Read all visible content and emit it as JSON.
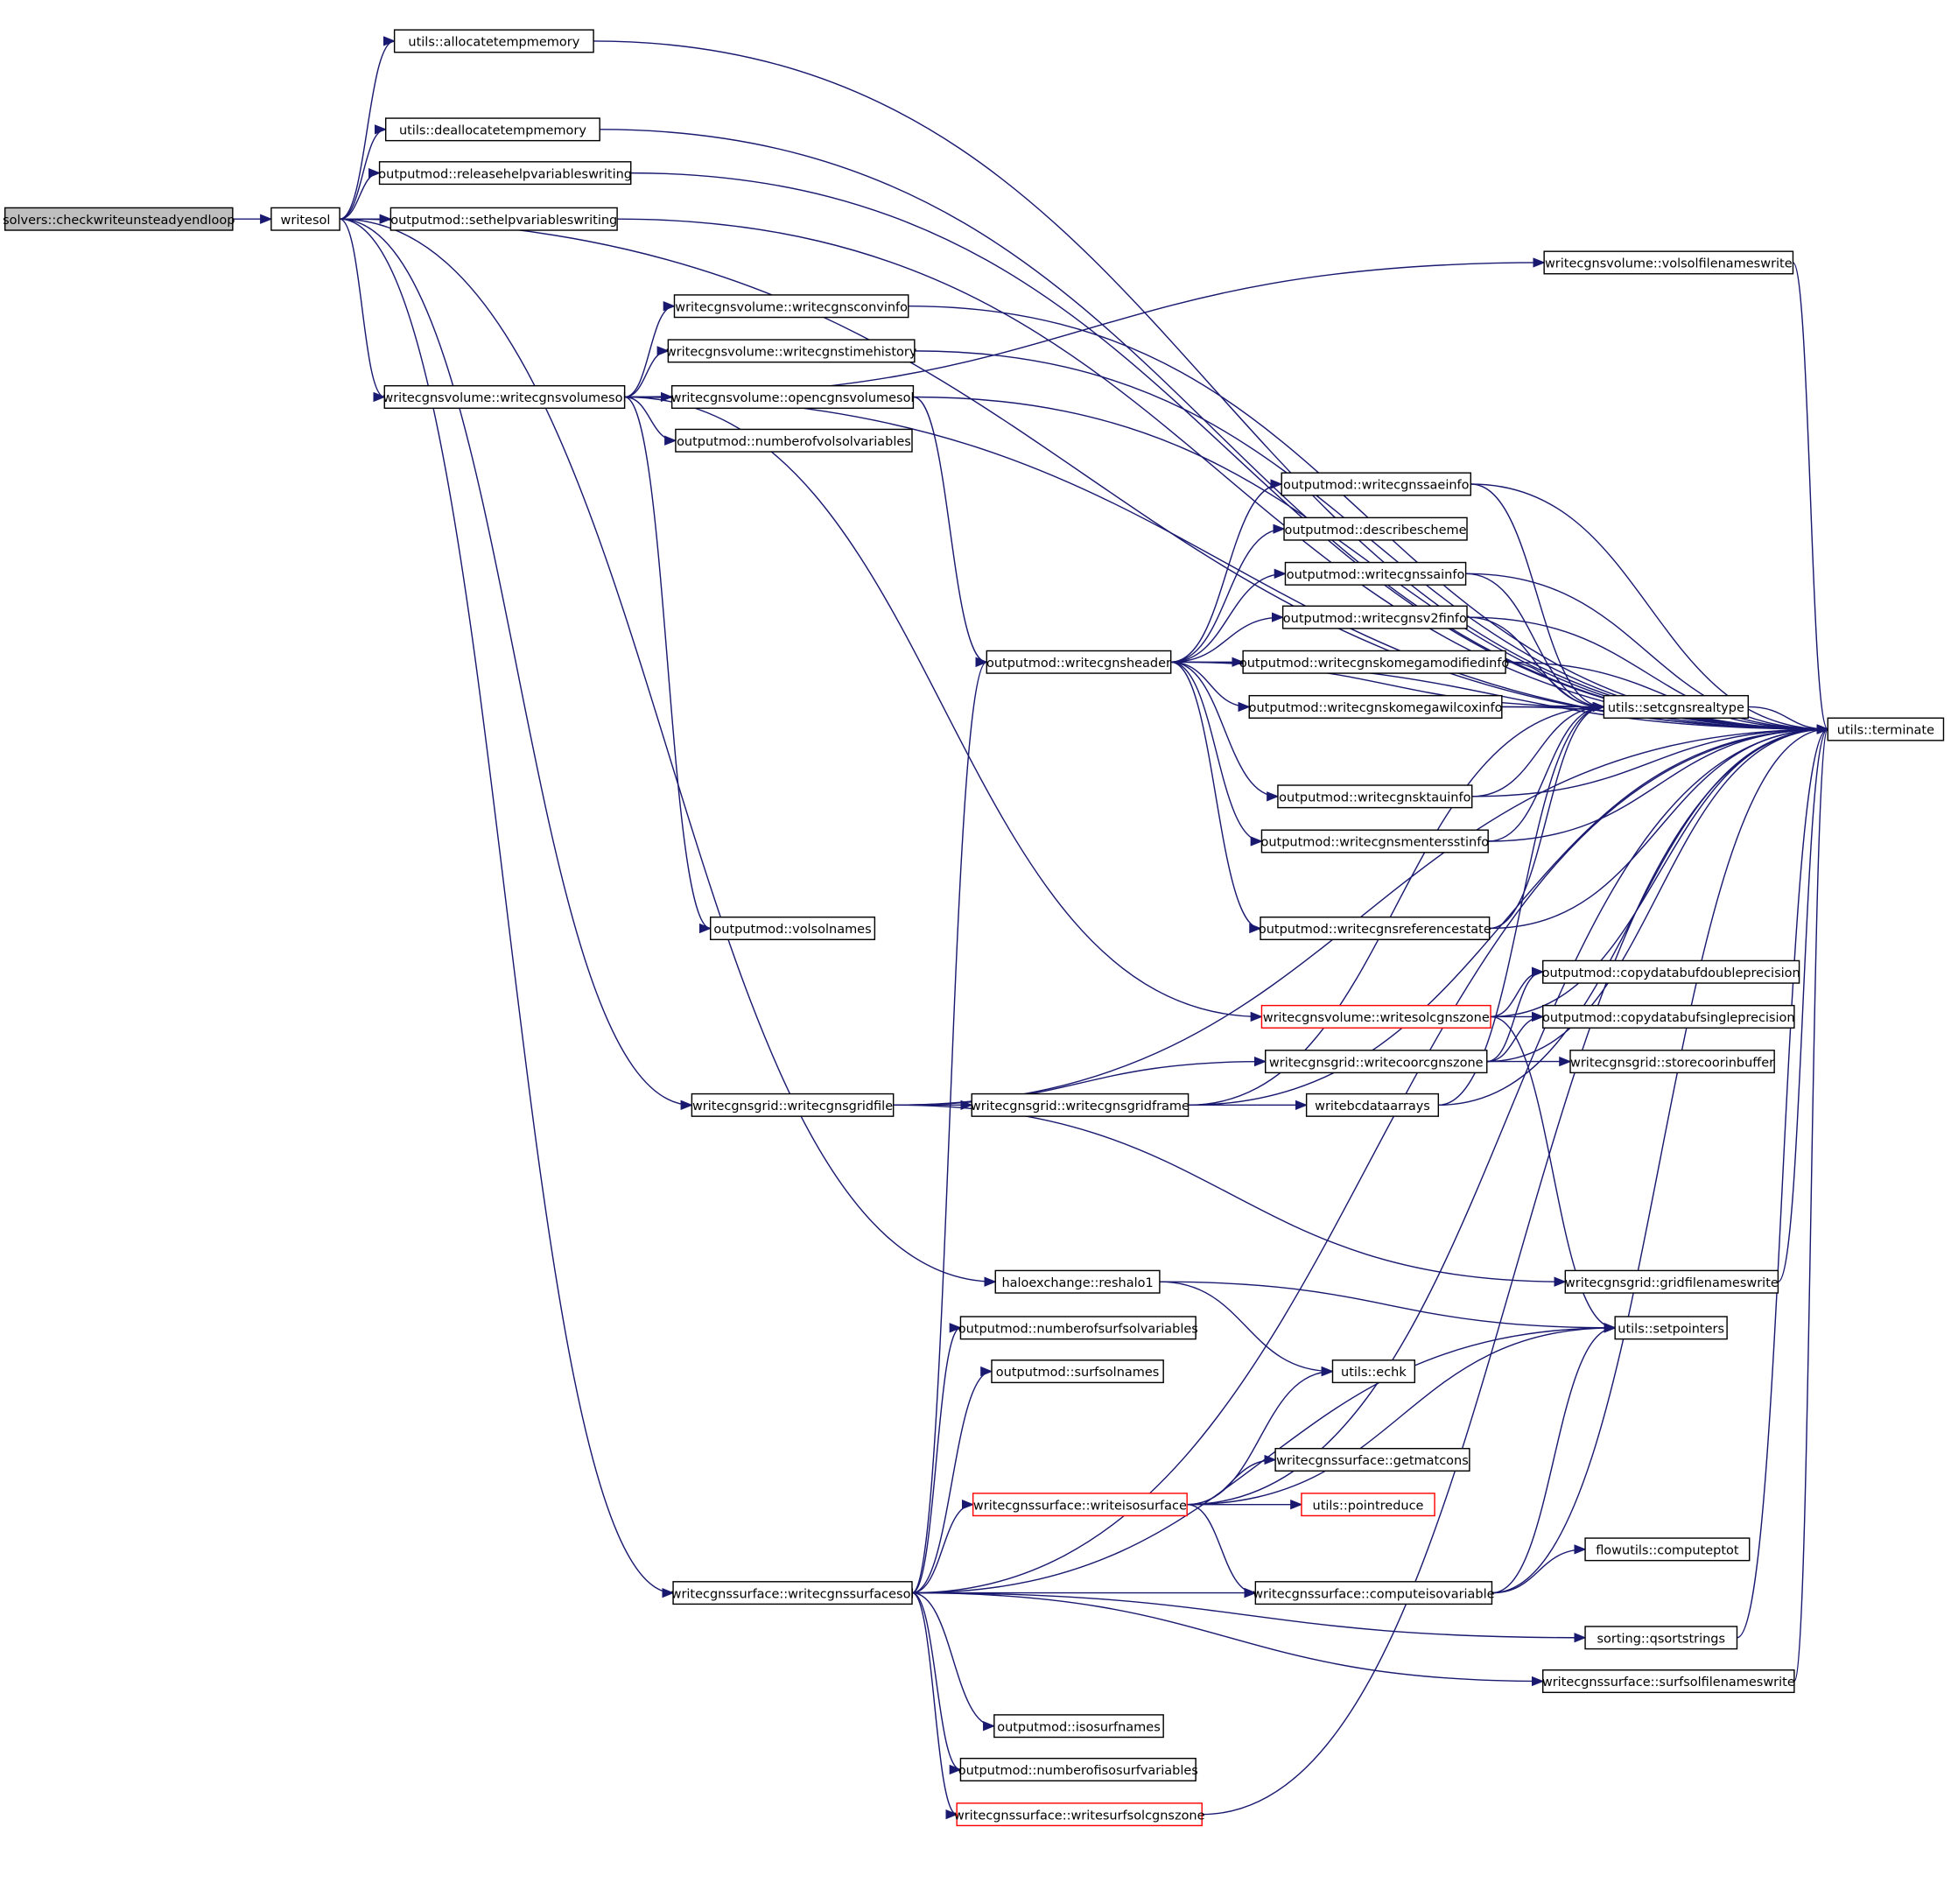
{
  "colors": {
    "edge": "#191970",
    "root_fill": "#bfbfbf",
    "incomplete_border": "#ff0000",
    "node_border": "#000000"
  },
  "nodes": {
    "checkwrite": {
      "label": "solvers::checkwriteunsteadyendloop",
      "style": "root"
    },
    "writesol": {
      "label": "writesol"
    },
    "allocate": {
      "label": "utils::allocatetempmemory"
    },
    "deallocate": {
      "label": "utils::deallocatetempmemory"
    },
    "release": {
      "label": "outputmod::releasehelpvariableswriting"
    },
    "sethelp": {
      "label": "outputmod::sethelpvariableswriting"
    },
    "volsolfn": {
      "label": "writecgnsvolume::volsolfilenameswrite"
    },
    "convinfo": {
      "label": "writecgnsvolume::writecgnsconvinfo"
    },
    "timehist": {
      "label": "writecgnsvolume::writecgnstimehistory"
    },
    "volumesol": {
      "label": "writecgnsvolume::writecgnsvolumesol"
    },
    "openvol": {
      "label": "writecgnsvolume::opencgnsvolumesol"
    },
    "numvolvars": {
      "label": "outputmod::numberofvolsolvariables"
    },
    "saeinfo": {
      "label": "outputmod::writecgnssaeinfo"
    },
    "describe": {
      "label": "outputmod::describescheme"
    },
    "sainfo": {
      "label": "outputmod::writecgnssainfo"
    },
    "v2finfo": {
      "label": "outputmod::writecgnsv2finfo"
    },
    "header": {
      "label": "outputmod::writecgnsheader"
    },
    "komod": {
      "label": "outputmod::writecgnskomegamodifiedinfo"
    },
    "kowilcox": {
      "label": "outputmod::writecgnskomegawilcoxinfo"
    },
    "realtype": {
      "label": "utils::setcgnsrealtype"
    },
    "terminate": {
      "label": "utils::terminate"
    },
    "ktau": {
      "label": "outputmod::writecgnsktauinfo"
    },
    "mentersst": {
      "label": "outputmod::writecgnsmentersstinfo"
    },
    "volsolnames": {
      "label": "outputmod::volsolnames"
    },
    "refstate": {
      "label": "outputmod::writecgnsreferencestate"
    },
    "copydouble": {
      "label": "outputmod::copydatabufdoubleprecision"
    },
    "solzone": {
      "label": "writecgnsvolume::writesolcgnszone",
      "style": "red"
    },
    "copysingle": {
      "label": "outputmod::copydatabufsingleprecision"
    },
    "coorzone": {
      "label": "writecgnsgrid::writecoorcgnszone"
    },
    "storecoor": {
      "label": "writecgnsgrid::storecoorinbuffer"
    },
    "gridfile": {
      "label": "writecgnsgrid::writecgnsgridfile"
    },
    "gridframe": {
      "label": "writecgnsgrid::writecgnsgridframe"
    },
    "bcdata": {
      "label": "writebcdataarrays"
    },
    "gridfn": {
      "label": "writecgnsgrid::gridfilenameswrite"
    },
    "reshalo": {
      "label": "haloexchange::reshalo1"
    },
    "setpointers": {
      "label": "utils::setpointers"
    },
    "numsurfvars": {
      "label": "outputmod::numberofsurfsolvariables"
    },
    "surfsolnames": {
      "label": "outputmod::surfsolnames"
    },
    "echk": {
      "label": "utils::echk"
    },
    "getmatcons": {
      "label": "writecgnssurface::getmatcons"
    },
    "isosurface": {
      "label": "writecgnssurface::writeisosurface",
      "style": "red"
    },
    "pointreduce": {
      "label": "utils::pointreduce",
      "style": "red"
    },
    "computeptot": {
      "label": "flowutils::computeptot"
    },
    "surfacesol": {
      "label": "writecgnssurface::writecgnssurfacesol"
    },
    "isovariable": {
      "label": "writecgnssurface::computeisovariable"
    },
    "qsort": {
      "label": "sorting::qsortstrings"
    },
    "surfsolfn": {
      "label": "writecgnssurface::surfsolfilenameswrite"
    },
    "isosurfnames": {
      "label": "outputmod::isosurfnames"
    },
    "numisovars": {
      "label": "outputmod::numberofisosurfvariables"
    },
    "surfzone": {
      "label": "writecgnssurface::writesurfsolcgnszone",
      "style": "red"
    }
  },
  "edges": [
    [
      "checkwrite",
      "writesol"
    ],
    [
      "writesol",
      "allocate"
    ],
    [
      "writesol",
      "terminate"
    ],
    [
      "writesol",
      "deallocate"
    ],
    [
      "writesol",
      "release"
    ],
    [
      "writesol",
      "sethelp"
    ],
    [
      "writesol",
      "volumesol"
    ],
    [
      "writesol",
      "gridfile"
    ],
    [
      "writesol",
      "reshalo"
    ],
    [
      "writesol",
      "surfacesol"
    ],
    [
      "allocate",
      "terminate"
    ],
    [
      "deallocate",
      "terminate"
    ],
    [
      "release",
      "terminate"
    ],
    [
      "sethelp",
      "terminate"
    ],
    [
      "volumesol",
      "volsolfn"
    ],
    [
      "volumesol",
      "convinfo"
    ],
    [
      "volumesol",
      "timehist"
    ],
    [
      "volumesol",
      "openvol"
    ],
    [
      "volumesol",
      "numvolvars"
    ],
    [
      "volumesol",
      "volsolnames"
    ],
    [
      "volumesol",
      "solzone"
    ],
    [
      "volumesol",
      "terminate"
    ],
    [
      "volsolfn",
      "terminate"
    ],
    [
      "convinfo",
      "terminate"
    ],
    [
      "timehist",
      "terminate"
    ],
    [
      "openvol",
      "terminate"
    ],
    [
      "openvol",
      "header"
    ],
    [
      "header",
      "saeinfo"
    ],
    [
      "header",
      "describe"
    ],
    [
      "header",
      "sainfo"
    ],
    [
      "header",
      "v2finfo"
    ],
    [
      "header",
      "komod"
    ],
    [
      "header",
      "kowilcox"
    ],
    [
      "header",
      "realtype"
    ],
    [
      "header",
      "ktau"
    ],
    [
      "header",
      "mentersst"
    ],
    [
      "header",
      "refstate"
    ],
    [
      "header",
      "terminate"
    ],
    [
      "saeinfo",
      "realtype"
    ],
    [
      "saeinfo",
      "terminate"
    ],
    [
      "sainfo",
      "realtype"
    ],
    [
      "sainfo",
      "terminate"
    ],
    [
      "v2finfo",
      "realtype"
    ],
    [
      "v2finfo",
      "terminate"
    ],
    [
      "komod",
      "realtype"
    ],
    [
      "komod",
      "terminate"
    ],
    [
      "kowilcox",
      "realtype"
    ],
    [
      "kowilcox",
      "terminate"
    ],
    [
      "ktau",
      "realtype"
    ],
    [
      "ktau",
      "terminate"
    ],
    [
      "mentersst",
      "realtype"
    ],
    [
      "mentersst",
      "terminate"
    ],
    [
      "refstate",
      "realtype"
    ],
    [
      "refstate",
      "terminate"
    ],
    [
      "realtype",
      "terminate"
    ],
    [
      "solzone",
      "copydouble"
    ],
    [
      "solzone",
      "copysingle"
    ],
    [
      "solzone",
      "setpointers"
    ],
    [
      "solzone",
      "terminate"
    ],
    [
      "coorzone",
      "copydouble"
    ],
    [
      "coorzone",
      "copysingle"
    ],
    [
      "coorzone",
      "storecoor"
    ],
    [
      "coorzone",
      "terminate"
    ],
    [
      "gridfile",
      "coorzone"
    ],
    [
      "gridfile",
      "gridframe"
    ],
    [
      "gridfile",
      "gridfn"
    ],
    [
      "gridfile",
      "terminate"
    ],
    [
      "gridframe",
      "bcdata"
    ],
    [
      "gridframe",
      "realtype"
    ],
    [
      "gridframe",
      "terminate"
    ],
    [
      "bcdata",
      "realtype"
    ],
    [
      "bcdata",
      "terminate"
    ],
    [
      "gridfn",
      "terminate"
    ],
    [
      "reshalo",
      "setpointers"
    ],
    [
      "reshalo",
      "echk"
    ],
    [
      "surfacesol",
      "header"
    ],
    [
      "surfacesol",
      "numsurfvars"
    ],
    [
      "surfacesol",
      "surfsolnames"
    ],
    [
      "surfacesol",
      "setpointers"
    ],
    [
      "surfacesol",
      "isosurface"
    ],
    [
      "surfacesol",
      "isovariable"
    ],
    [
      "surfacesol",
      "qsort"
    ],
    [
      "surfacesol",
      "surfsolfn"
    ],
    [
      "surfacesol",
      "isosurfnames"
    ],
    [
      "surfacesol",
      "numisovars"
    ],
    [
      "surfacesol",
      "surfzone"
    ],
    [
      "surfacesol",
      "terminate"
    ],
    [
      "isosurface",
      "echk"
    ],
    [
      "isosurface",
      "setpointers"
    ],
    [
      "isosurface",
      "getmatcons"
    ],
    [
      "isosurface",
      "pointreduce"
    ],
    [
      "isosurface",
      "isovariable"
    ],
    [
      "isosurface",
      "terminate"
    ],
    [
      "isovariable",
      "setpointers"
    ],
    [
      "isovariable",
      "computeptot"
    ],
    [
      "isovariable",
      "terminate"
    ],
    [
      "qsort",
      "terminate"
    ],
    [
      "surfsolfn",
      "terminate"
    ],
    [
      "surfzone",
      "terminate"
    ]
  ]
}
